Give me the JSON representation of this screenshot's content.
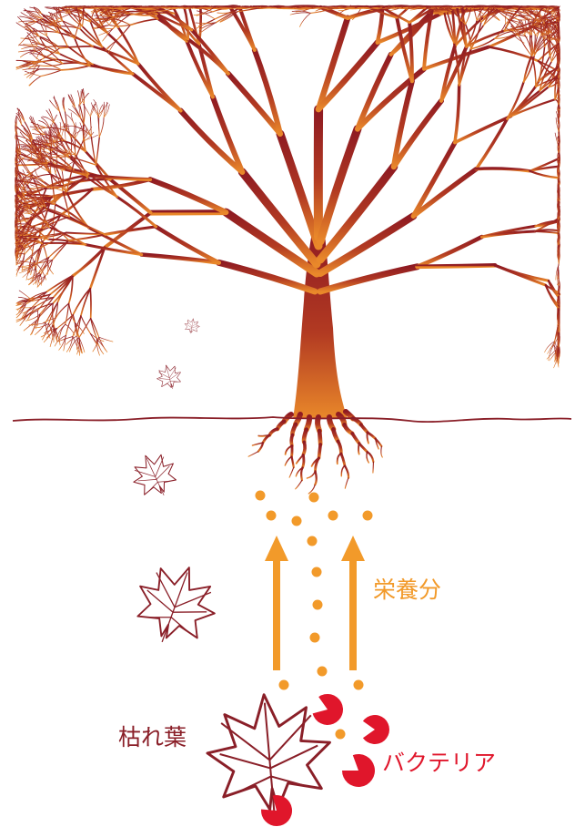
{
  "labels": {
    "nutrients": "栄養分",
    "dead_leaves": "枯れ葉",
    "bacteria": "バクテリア"
  },
  "colors": {
    "tree_top": "#8e1a22",
    "tree_bottom": "#e9882a",
    "ground_line": "#8a1f28",
    "leaf_outline": "#8a1f28",
    "nutrient": "#f29a2a",
    "bacteria": "#e0162b",
    "label_nutrients": "#f29a2a",
    "label_dark": "#8a1f28",
    "label_bacteria": "#e0162b"
  },
  "icons": {
    "tree": "tree-icon",
    "leaf": "maple-leaf-icon",
    "bacteria": "bacteria-icon",
    "arrow": "arrow-up-icon"
  }
}
